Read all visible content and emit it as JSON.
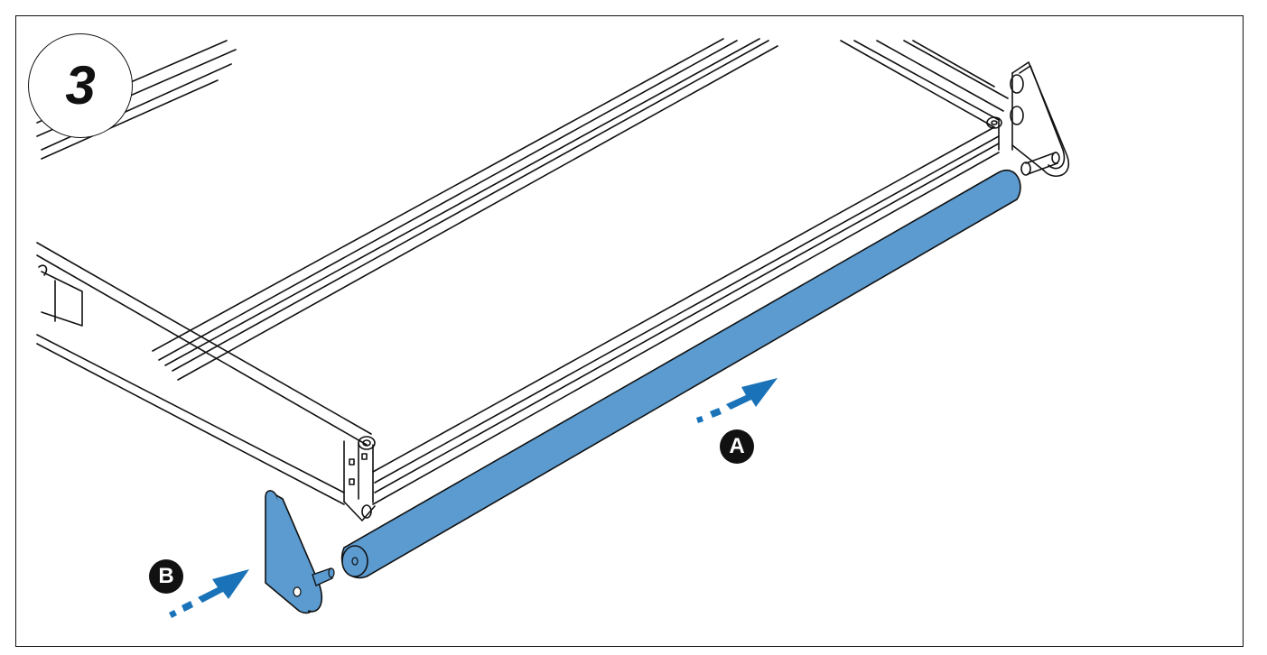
{
  "step": {
    "number": "3"
  },
  "callouts": {
    "a_label": "A",
    "b_label": "B"
  },
  "colors": {
    "part_fill": "#5b9bd0",
    "arrow": "#1a73b8",
    "line": "#111111",
    "background": "#ffffff"
  },
  "icons": {
    "arrow_a": "arrow-icon",
    "arrow_b": "arrow-icon"
  }
}
